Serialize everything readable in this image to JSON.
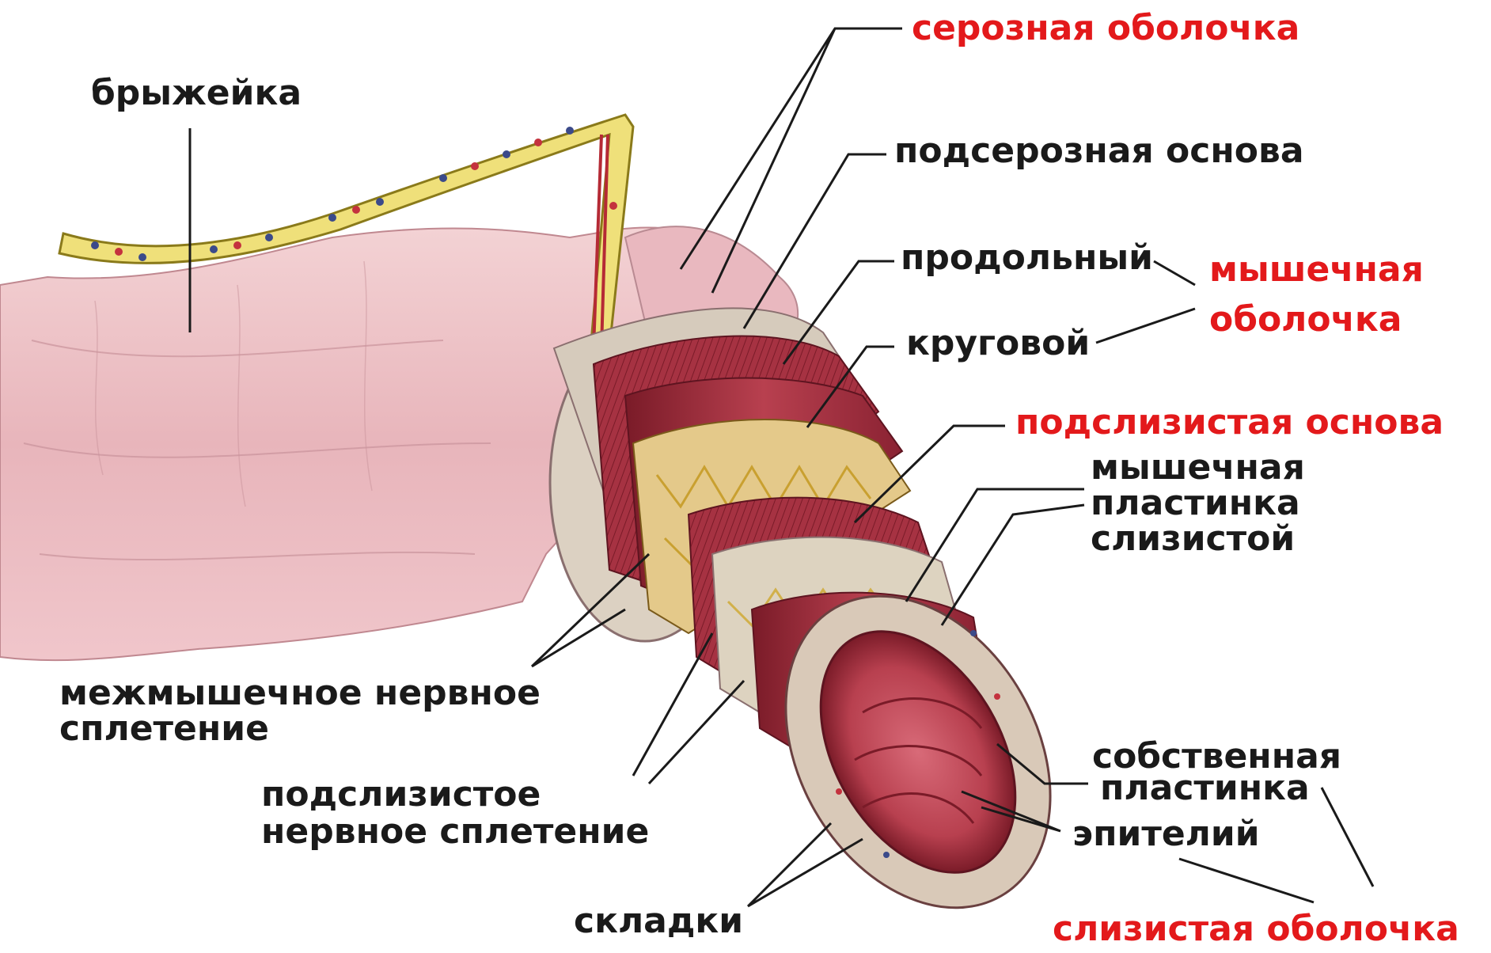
{
  "labels": {
    "mesentery": "брыжейка",
    "serosa": "серозная оболочка",
    "subserosa": "подсерозная основа",
    "longitudinal": "продольный",
    "muscularis_1": "мышечная",
    "muscularis_2": "оболочка",
    "circular": "круговой",
    "submucosa": "подслизистая основа",
    "muscularis_mucosae_1": "мышечная",
    "muscularis_mucosae_2": "пластинка",
    "muscularis_mucosae_3": "слизистой",
    "myenteric_1": "межмышечное нервное",
    "myenteric_2": "сплетение",
    "submucosal_plexus_1": "подслизистое",
    "submucosal_plexus_2": "нервное сплетение",
    "lamina_propria_1": "собственная",
    "lamina_propria_2": "пластинка",
    "epithelium": "эпителий",
    "folds": "складки",
    "mucosa": "слизистая оболочка"
  },
  "colors": {
    "label_black": "#1a1a1a",
    "label_red": "#e3191b",
    "intestine_pink": "#efc4c8",
    "muscle_red": "#a52a3a",
    "plexus_yellow": "#e8d06a",
    "submucosa_tan": "#ddd3c0"
  }
}
